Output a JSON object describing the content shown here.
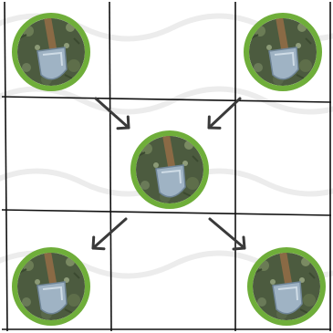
{
  "diagram": {
    "nodes": [
      {
        "name": "shovel-node-top-left",
        "icon": "shovel-icon",
        "position": "top-left"
      },
      {
        "name": "shovel-node-top-right",
        "icon": "shovel-icon",
        "position": "top-right"
      },
      {
        "name": "shovel-node-center",
        "icon": "shovel-icon",
        "position": "center"
      },
      {
        "name": "shovel-node-bottom-left",
        "icon": "shovel-icon",
        "position": "bottom-left"
      },
      {
        "name": "shovel-node-bottom-right",
        "icon": "shovel-icon",
        "position": "bottom-right"
      }
    ],
    "arrows": [
      {
        "name": "arrow-top-left-to-center",
        "direction": "down-right"
      },
      {
        "name": "arrow-top-right-to-center",
        "direction": "down-left"
      },
      {
        "name": "arrow-center-to-bottom-left",
        "direction": "down-left"
      },
      {
        "name": "arrow-center-to-bottom-right",
        "direction": "down-right"
      }
    ],
    "colors": {
      "ring": "#6fae3a",
      "grid_line": "#111111",
      "arrow": "#3a3a3a",
      "soil": "#4c5b3f",
      "blade": "#9fb3c4",
      "handle": "#8a6a45"
    }
  }
}
